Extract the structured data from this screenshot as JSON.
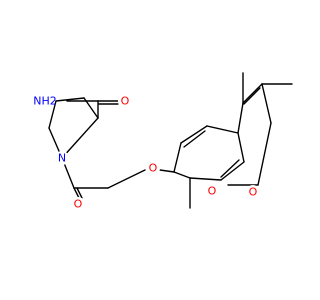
{
  "colors": {
    "bond": "#000000",
    "nitrogen": "#0000ff",
    "oxygen": "#ff0000",
    "background": "#ffffff"
  },
  "atom_labels": {
    "nh2": "NH2",
    "amide_oxygen": "O",
    "ring_nitrogen": "N",
    "acyl_oxygen": "O",
    "ether_oxygen": "O",
    "ring_oxygen": "O",
    "lactone_oxygen": "O"
  }
}
